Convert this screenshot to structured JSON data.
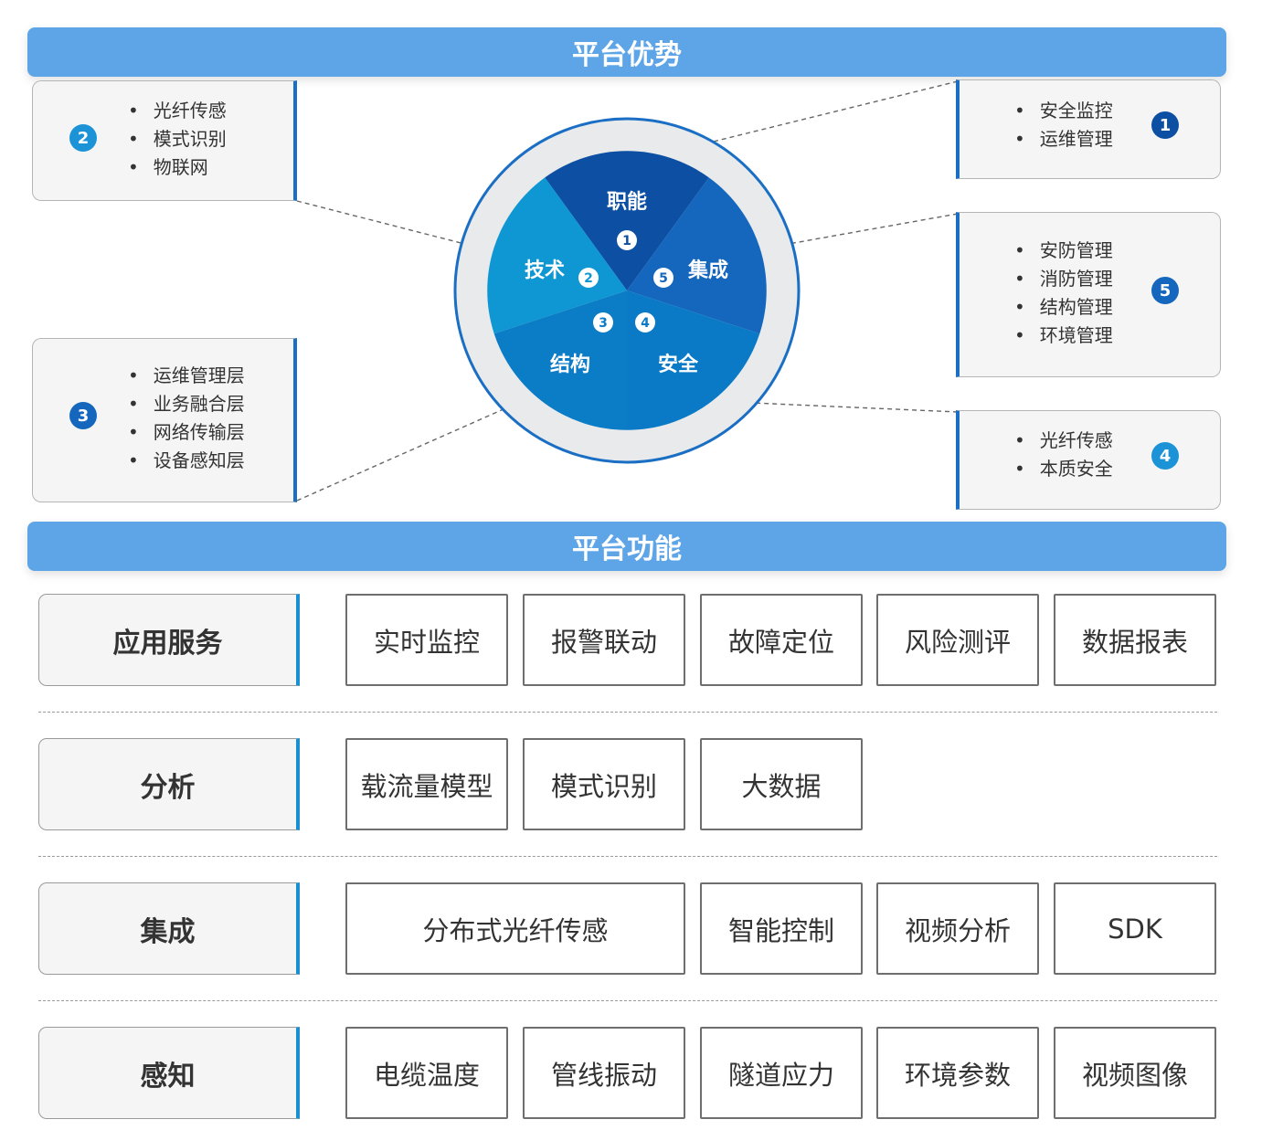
{
  "advantages": {
    "title": "平台优势",
    "center_segments": [
      {
        "label": "职能",
        "num": "1"
      },
      {
        "label": "集成",
        "num": "5"
      },
      {
        "label": "安全",
        "num": "4"
      },
      {
        "label": "结构",
        "num": "3"
      },
      {
        "label": "技术",
        "num": "2"
      }
    ],
    "boxes": [
      {
        "num": "2",
        "items": [
          "光纤传感",
          "模式识别",
          "物联网"
        ]
      },
      {
        "num": "3",
        "items": [
          "运维管理层",
          "业务融合层",
          "网络传输层",
          "设备感知层"
        ]
      },
      {
        "num": "1",
        "items": [
          "安全监控",
          "运维管理"
        ]
      },
      {
        "num": "5",
        "items": [
          "安防管理",
          "消防管理",
          "结构管理",
          "环境管理"
        ]
      },
      {
        "num": "4",
        "items": [
          "光纤传感",
          "本质安全"
        ]
      }
    ],
    "colors": {
      "seg1": "#0c4fa3",
      "seg2": "#0e97d2",
      "seg3": "#0b7cc6",
      "seg4": "#0a7ac7",
      "seg5": "#1566bd"
    }
  },
  "functions": {
    "title": "平台功能",
    "rows": [
      {
        "label": "应用服务",
        "cells": [
          "实时监控",
          "报警联动",
          "故障定位",
          "风险测评",
          "数据报表"
        ]
      },
      {
        "label": "分析",
        "cells": [
          "载流量模型",
          "模式识别",
          "大数据"
        ]
      },
      {
        "label": "集成",
        "cells": [
          "分布式光纤传感",
          "智能控制",
          "视频分析",
          "SDK"
        ]
      },
      {
        "label": "感知",
        "cells": [
          "电缆温度",
          "管线振动",
          "隧道应力",
          "环境参数",
          "视频图像"
        ]
      }
    ]
  }
}
